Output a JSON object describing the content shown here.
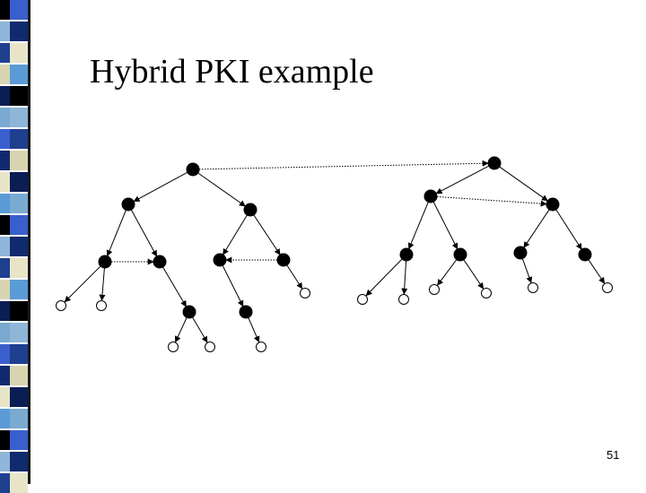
{
  "slide": {
    "title": "Hybrid PKI example",
    "page_number": "51"
  },
  "colors": {
    "node_fill_filled": "#000000",
    "node_fill_empty": "#ffffff",
    "edge": "#000000",
    "strip": [
      "#3a5fcd",
      "#0f2a6e",
      "#e8e4c8",
      "#5b9bd5",
      "#000000",
      "#8fb6d8",
      "#1f3f8f",
      "#d8d4b0",
      "#0a1d55",
      "#7aaad0"
    ]
  },
  "diagram": {
    "description_free": true,
    "node_kinds": {
      "ca": "filled",
      "user": "empty"
    }
  }
}
